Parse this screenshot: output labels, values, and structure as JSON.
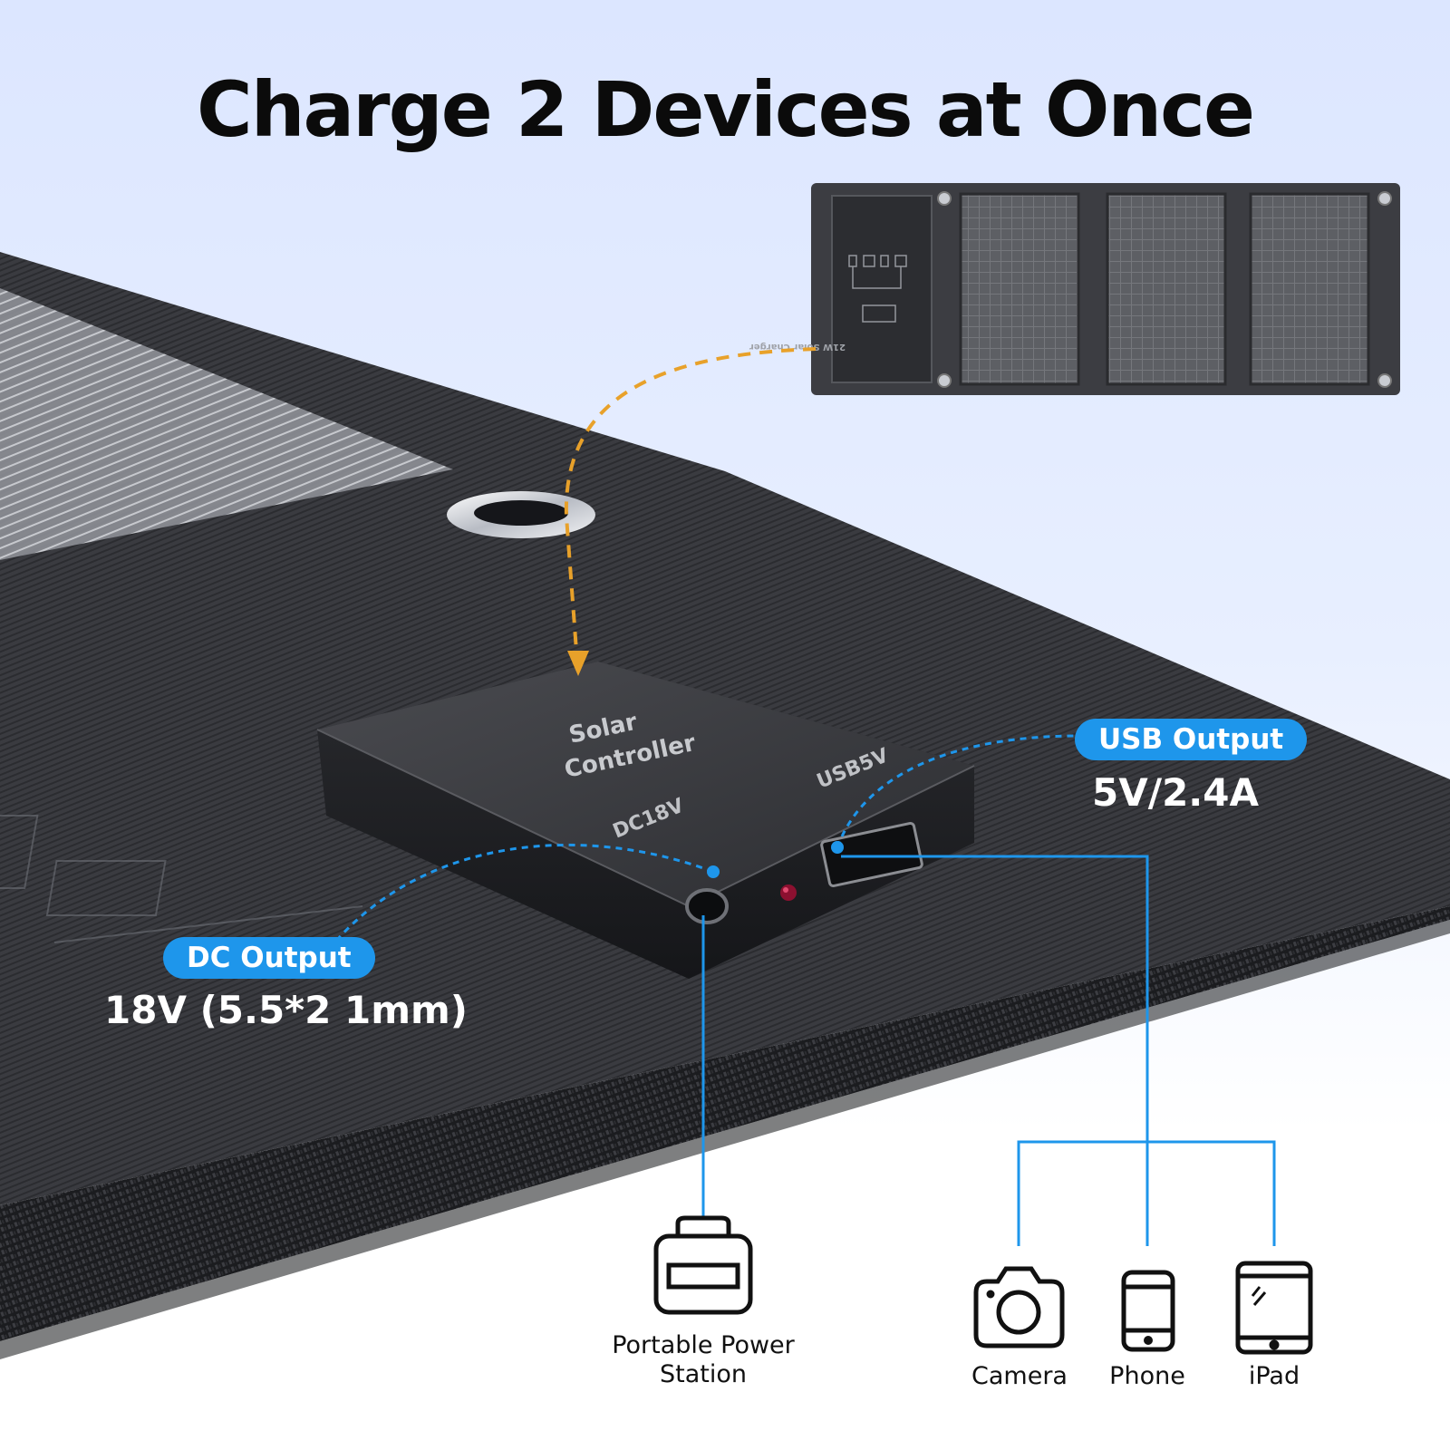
{
  "headline": "Charge 2 Devices at Once",
  "accent_color": "#1e96eb",
  "arrow_color": "#e8a12a",
  "panel": {
    "pocket_label": "21W Solar Charger"
  },
  "controller": {
    "label_line1": "Solar",
    "label_line2": "Controller",
    "dc_port_label": "DC18V",
    "usb_port_label": "USB5V"
  },
  "usb_output": {
    "label": "USB Output",
    "spec": "5V/2.4A"
  },
  "dc_output": {
    "label": "DC Output",
    "spec": "18V (5.5*2 1mm)"
  },
  "devices": [
    {
      "icon": "power-station-icon",
      "label_line1": "Portable Power",
      "label_line2": "Station"
    },
    {
      "icon": "camera-icon",
      "label": "Camera"
    },
    {
      "icon": "phone-icon",
      "label": "Phone"
    },
    {
      "icon": "tablet-icon",
      "label": "iPad"
    }
  ]
}
